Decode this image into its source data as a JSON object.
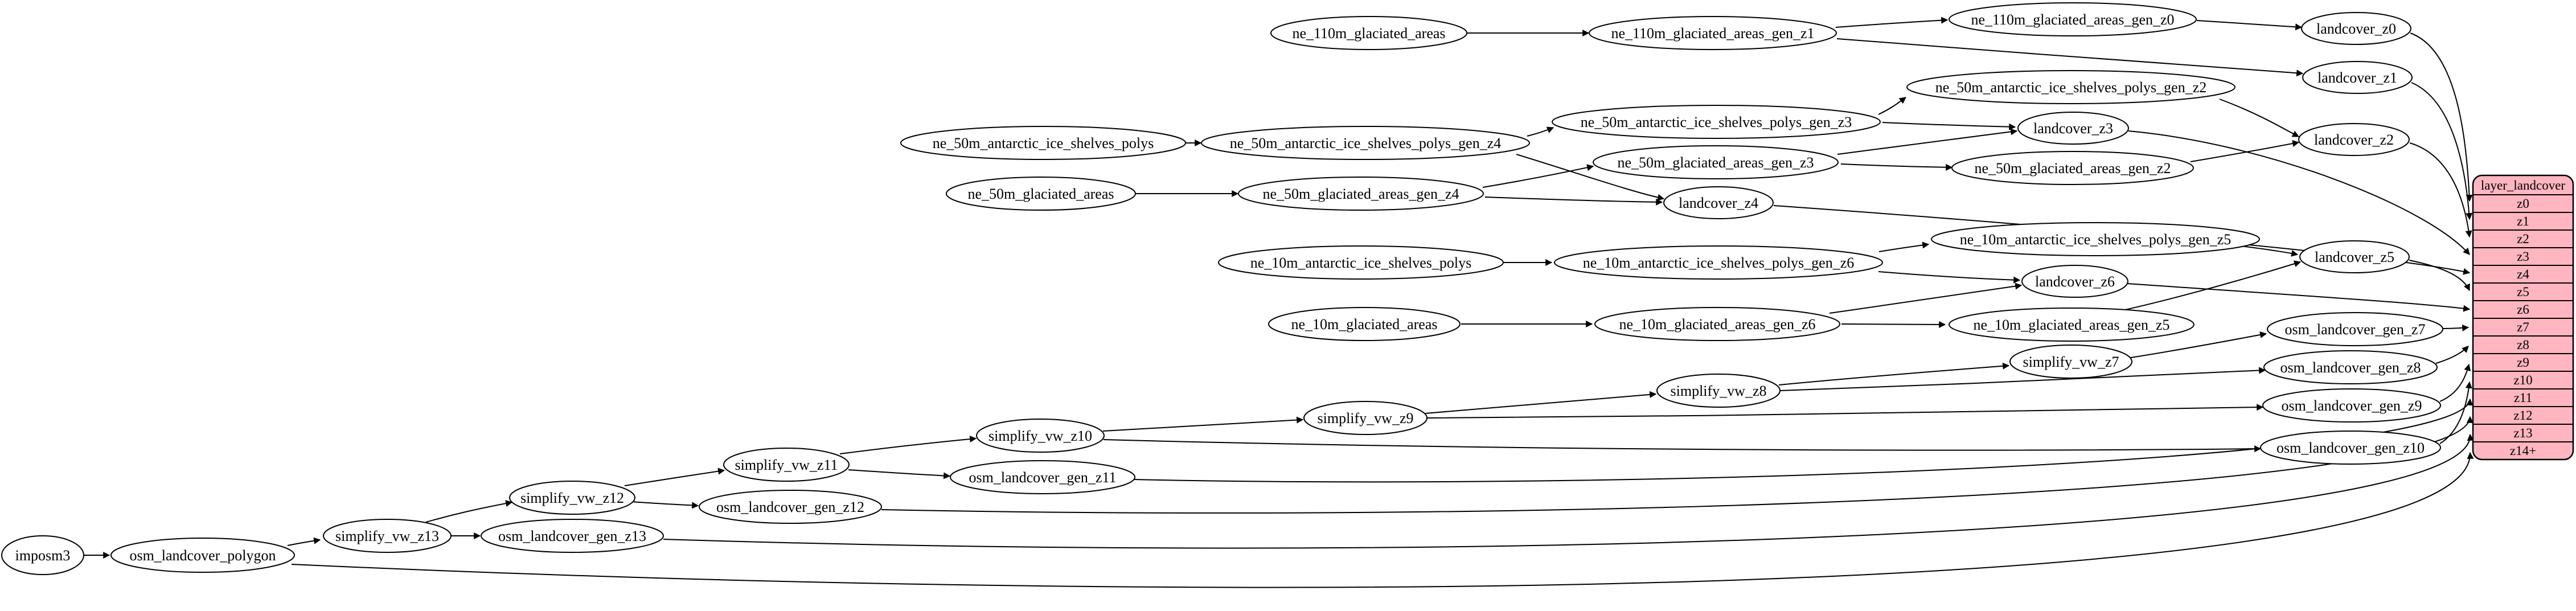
{
  "colors": {
    "background": "#ffffff",
    "edge": "#000000",
    "node_fill": "#ffffff",
    "node_stroke": "#000000",
    "table_fill": "#ffb6c1",
    "table_stroke": "#000000",
    "text": "#000000"
  },
  "nodes": {
    "imposm3": "imposm3",
    "osm_landcover_polygon": "osm_landcover_polygon",
    "simplify_vw_z13": "simplify_vw_z13",
    "simplify_vw_z12": "simplify_vw_z12",
    "simplify_vw_z11": "simplify_vw_z11",
    "simplify_vw_z10": "simplify_vw_z10",
    "simplify_vw_z9": "simplify_vw_z9",
    "simplify_vw_z8": "simplify_vw_z8",
    "simplify_vw_z7": "simplify_vw_z7",
    "osm_landcover_gen_z13": "osm_landcover_gen_z13",
    "osm_landcover_gen_z12": "osm_landcover_gen_z12",
    "osm_landcover_gen_z11": "osm_landcover_gen_z11",
    "osm_landcover_gen_z10": "osm_landcover_gen_z10",
    "osm_landcover_gen_z9": "osm_landcover_gen_z9",
    "osm_landcover_gen_z8": "osm_landcover_gen_z8",
    "osm_landcover_gen_z7": "osm_landcover_gen_z7",
    "ne_110m_glaciated_areas": "ne_110m_glaciated_areas",
    "ne_110m_glaciated_areas_gen_z1": "ne_110m_glaciated_areas_gen_z1",
    "ne_110m_glaciated_areas_gen_z0": "ne_110m_glaciated_areas_gen_z0",
    "ne_50m_antarctic_ice_shelves_polys": "ne_50m_antarctic_ice_shelves_polys",
    "ne_50m_antarctic_ice_shelves_polys_gen_z4": "ne_50m_antarctic_ice_shelves_polys_gen_z4",
    "ne_50m_antarctic_ice_shelves_polys_gen_z3": "ne_50m_antarctic_ice_shelves_polys_gen_z3",
    "ne_50m_antarctic_ice_shelves_polys_gen_z2": "ne_50m_antarctic_ice_shelves_polys_gen_z2",
    "ne_50m_glaciated_areas": "ne_50m_glaciated_areas",
    "ne_50m_glaciated_areas_gen_z4": "ne_50m_glaciated_areas_gen_z4",
    "ne_50m_glaciated_areas_gen_z3": "ne_50m_glaciated_areas_gen_z3",
    "ne_50m_glaciated_areas_gen_z2": "ne_50m_glaciated_areas_gen_z2",
    "ne_10m_antarctic_ice_shelves_polys": "ne_10m_antarctic_ice_shelves_polys",
    "ne_10m_antarctic_ice_shelves_polys_gen_z6": "ne_10m_antarctic_ice_shelves_polys_gen_z6",
    "ne_10m_antarctic_ice_shelves_polys_gen_z5": "ne_10m_antarctic_ice_shelves_polys_gen_z5",
    "ne_10m_glaciated_areas": "ne_10m_glaciated_areas",
    "ne_10m_glaciated_areas_gen_z6": "ne_10m_glaciated_areas_gen_z6",
    "ne_10m_glaciated_areas_gen_z5": "ne_10m_glaciated_areas_gen_z5",
    "landcover_z0": "landcover_z0",
    "landcover_z1": "landcover_z1",
    "landcover_z2": "landcover_z2",
    "landcover_z3": "landcover_z3",
    "landcover_z4": "landcover_z4",
    "landcover_z5": "landcover_z5",
    "landcover_z6": "landcover_z6"
  },
  "table": {
    "header": "layer_landcover",
    "rows": [
      "z0",
      "z1",
      "z2",
      "z3",
      "z4",
      "z5",
      "z6",
      "z7",
      "z8",
      "z9",
      "z10",
      "z11",
      "z12",
      "z13",
      "z14+"
    ]
  },
  "edges": [
    {
      "from": "imposm3",
      "to": "osm_landcover_polygon"
    },
    {
      "from": "osm_landcover_polygon",
      "to": "simplify_vw_z13"
    },
    {
      "from": "osm_landcover_polygon",
      "to": "layer_landcover.z14+"
    },
    {
      "from": "simplify_vw_z13",
      "to": "simplify_vw_z12"
    },
    {
      "from": "simplify_vw_z13",
      "to": "osm_landcover_gen_z13"
    },
    {
      "from": "osm_landcover_gen_z13",
      "to": "layer_landcover.z13"
    },
    {
      "from": "simplify_vw_z12",
      "to": "simplify_vw_z11"
    },
    {
      "from": "simplify_vw_z12",
      "to": "osm_landcover_gen_z12"
    },
    {
      "from": "osm_landcover_gen_z12",
      "to": "layer_landcover.z12"
    },
    {
      "from": "simplify_vw_z11",
      "to": "simplify_vw_z10"
    },
    {
      "from": "simplify_vw_z11",
      "to": "osm_landcover_gen_z11"
    },
    {
      "from": "osm_landcover_gen_z11",
      "to": "layer_landcover.z11"
    },
    {
      "from": "simplify_vw_z10",
      "to": "simplify_vw_z9"
    },
    {
      "from": "simplify_vw_z10",
      "to": "osm_landcover_gen_z10"
    },
    {
      "from": "osm_landcover_gen_z10",
      "to": "layer_landcover.z10"
    },
    {
      "from": "simplify_vw_z9",
      "to": "simplify_vw_z8"
    },
    {
      "from": "simplify_vw_z9",
      "to": "osm_landcover_gen_z9"
    },
    {
      "from": "osm_landcover_gen_z9",
      "to": "layer_landcover.z9"
    },
    {
      "from": "simplify_vw_z8",
      "to": "simplify_vw_z7"
    },
    {
      "from": "simplify_vw_z8",
      "to": "osm_landcover_gen_z8"
    },
    {
      "from": "osm_landcover_gen_z8",
      "to": "layer_landcover.z8"
    },
    {
      "from": "simplify_vw_z7",
      "to": "osm_landcover_gen_z7"
    },
    {
      "from": "osm_landcover_gen_z7",
      "to": "layer_landcover.z7"
    },
    {
      "from": "ne_110m_glaciated_areas",
      "to": "ne_110m_glaciated_areas_gen_z1"
    },
    {
      "from": "ne_110m_glaciated_areas_gen_z1",
      "to": "ne_110m_glaciated_areas_gen_z0"
    },
    {
      "from": "ne_110m_glaciated_areas_gen_z1",
      "to": "landcover_z1"
    },
    {
      "from": "ne_110m_glaciated_areas_gen_z0",
      "to": "landcover_z0"
    },
    {
      "from": "landcover_z0",
      "to": "layer_landcover.z0"
    },
    {
      "from": "landcover_z1",
      "to": "layer_landcover.z1"
    },
    {
      "from": "ne_50m_antarctic_ice_shelves_polys",
      "to": "ne_50m_antarctic_ice_shelves_polys_gen_z4"
    },
    {
      "from": "ne_50m_antarctic_ice_shelves_polys_gen_z4",
      "to": "ne_50m_antarctic_ice_shelves_polys_gen_z3"
    },
    {
      "from": "ne_50m_antarctic_ice_shelves_polys_gen_z4",
      "to": "landcover_z4"
    },
    {
      "from": "ne_50m_antarctic_ice_shelves_polys_gen_z3",
      "to": "ne_50m_antarctic_ice_shelves_polys_gen_z2"
    },
    {
      "from": "ne_50m_antarctic_ice_shelves_polys_gen_z3",
      "to": "landcover_z3"
    },
    {
      "from": "ne_50m_antarctic_ice_shelves_polys_gen_z2",
      "to": "landcover_z2"
    },
    {
      "from": "ne_50m_glaciated_areas",
      "to": "ne_50m_glaciated_areas_gen_z4"
    },
    {
      "from": "ne_50m_glaciated_areas_gen_z4",
      "to": "ne_50m_glaciated_areas_gen_z3"
    },
    {
      "from": "ne_50m_glaciated_areas_gen_z4",
      "to": "landcover_z4"
    },
    {
      "from": "ne_50m_glaciated_areas_gen_z3",
      "to": "landcover_z3"
    },
    {
      "from": "ne_50m_glaciated_areas_gen_z3",
      "to": "ne_50m_glaciated_areas_gen_z2"
    },
    {
      "from": "ne_50m_glaciated_areas_gen_z2",
      "to": "landcover_z2"
    },
    {
      "from": "landcover_z2",
      "to": "layer_landcover.z2"
    },
    {
      "from": "landcover_z3",
      "to": "layer_landcover.z3"
    },
    {
      "from": "landcover_z4",
      "to": "layer_landcover.z4"
    },
    {
      "from": "ne_10m_antarctic_ice_shelves_polys",
      "to": "ne_10m_antarctic_ice_shelves_polys_gen_z6"
    },
    {
      "from": "ne_10m_antarctic_ice_shelves_polys_gen_z6",
      "to": "ne_10m_antarctic_ice_shelves_polys_gen_z5"
    },
    {
      "from": "ne_10m_antarctic_ice_shelves_polys_gen_z6",
      "to": "landcover_z6"
    },
    {
      "from": "ne_10m_antarctic_ice_shelves_polys_gen_z5",
      "to": "landcover_z5"
    },
    {
      "from": "ne_10m_glaciated_areas",
      "to": "ne_10m_glaciated_areas_gen_z6"
    },
    {
      "from": "ne_10m_glaciated_areas_gen_z6",
      "to": "ne_10m_glaciated_areas_gen_z5"
    },
    {
      "from": "ne_10m_glaciated_areas_gen_z6",
      "to": "landcover_z6"
    },
    {
      "from": "ne_10m_glaciated_areas_gen_z5",
      "to": "landcover_z5"
    },
    {
      "from": "landcover_z5",
      "to": "layer_landcover.z5"
    },
    {
      "from": "landcover_z6",
      "to": "layer_landcover.z6"
    }
  ]
}
